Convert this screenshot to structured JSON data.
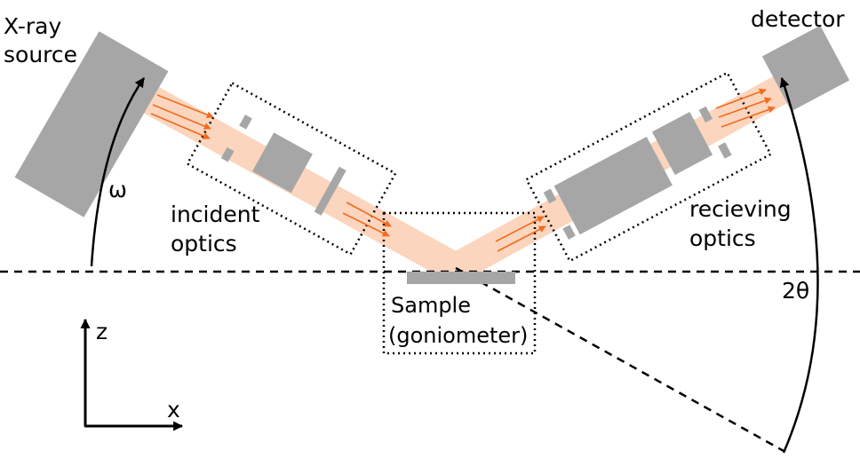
{
  "labels": {
    "source_line1": "X-ray",
    "source_line2": "source",
    "detector": "detector",
    "omega": "ω",
    "incident_line1": "incident",
    "incident_line2": "optics",
    "receiving_line1": "recieving",
    "receiving_line2": "optics",
    "sample_line1": "Sample",
    "sample_line2": "(goniometer)",
    "two_theta": "2θ",
    "axis_z": "z",
    "axis_x": "x"
  },
  "colors": {
    "beam": "#fbd5bd",
    "arrow": "#f26b1d",
    "component": "#a6a6a6",
    "ink": "#000000"
  }
}
